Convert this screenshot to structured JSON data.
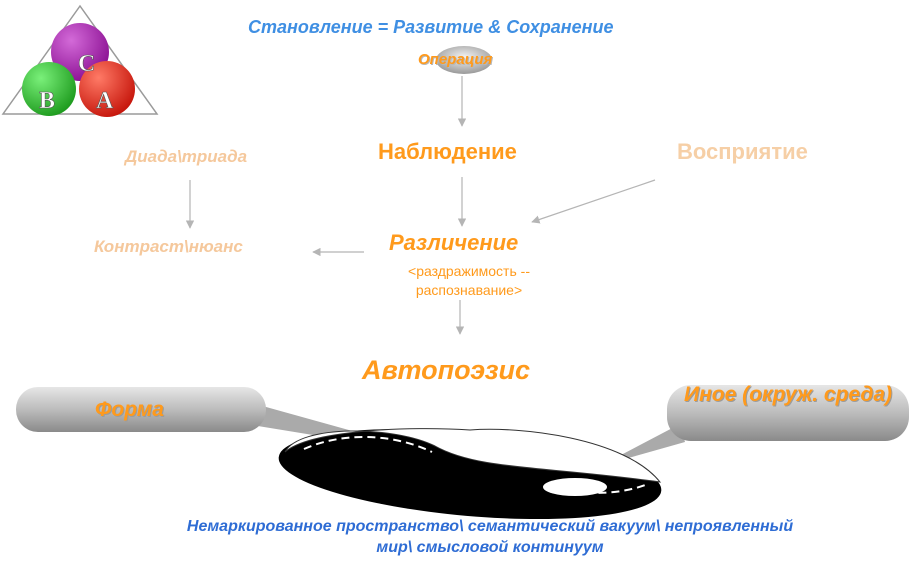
{
  "title": "Становление = Развитие & Сохранение",
  "operation": "Операция",
  "observation": "Наблюдение",
  "perception": "Восприятие",
  "dyad_triad": "Диада\\триада",
  "contrast_nuance": "Контраст\\нюанс",
  "distinction": "Различение",
  "irritability_recognition": "<раздражимость -- распознавание>",
  "autopoiesis": "Автопоэзис",
  "form": "Форма",
  "other": "Иное (окруж. среда)",
  "bottom_caption": "Немаркированное пространство\\ семантический вакуум\\ непроявленный мир\\ смысловой континуум",
  "logo": {
    "letters": [
      "C",
      "B",
      "A"
    ],
    "colors": {
      "C": "#a020a8",
      "B": "#2fc02f",
      "A": "#f32818"
    }
  },
  "colors": {
    "title": "#3f8fe3",
    "accent": "#ff9a1c",
    "faded": "#f5c89c",
    "caption": "#2e6cd4"
  }
}
